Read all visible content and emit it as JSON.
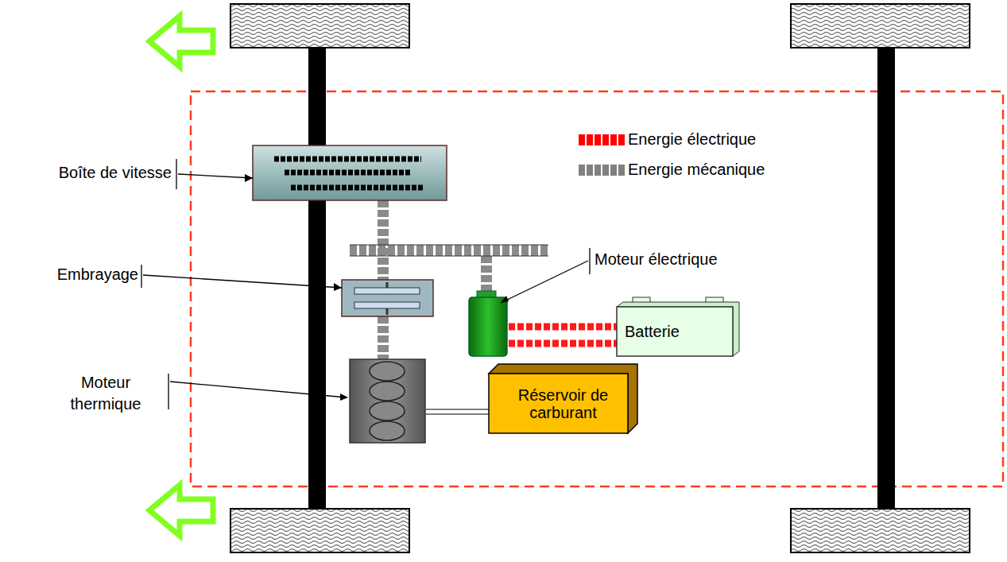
{
  "diagram": {
    "nodes": [
      {
        "text": [
          "Batterie"
        ]
      },
      {
        "text": [
          "Réservoir de carburant"
        ]
      }
    ],
    "labels": [
      "Boîte de vitesse",
      "Moteur électrique",
      "Embrayage",
      "Moteur thermique"
    ],
    "legend": [
      {
        "text": "Energie électrique",
        "color": "#ff0000"
      },
      {
        "text": "Energie mécanique",
        "color": "#808080"
      }
    ]
  }
}
